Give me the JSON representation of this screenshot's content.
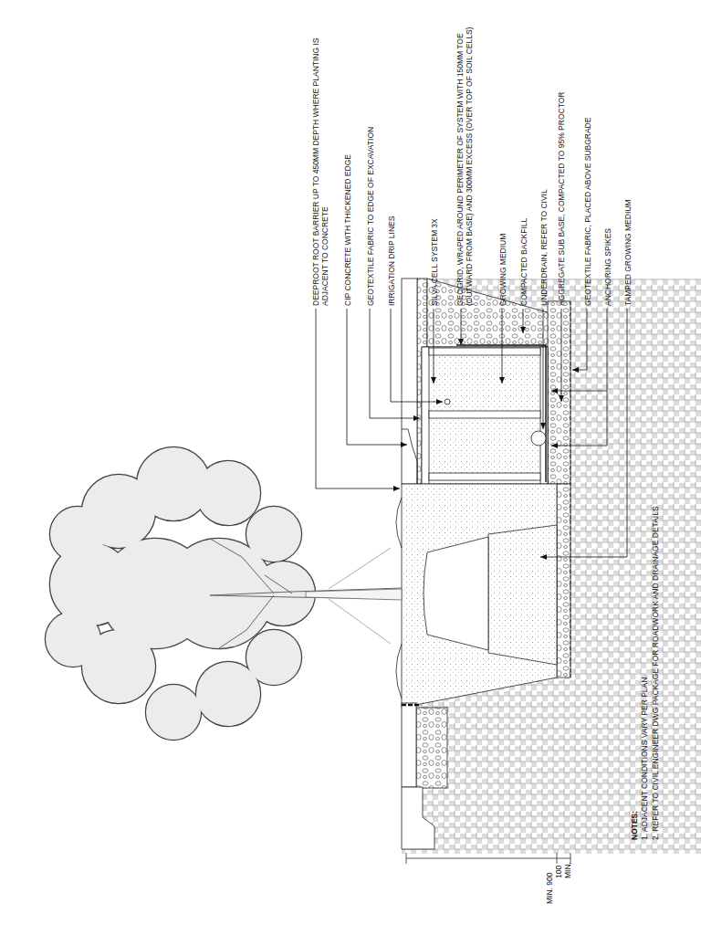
{
  "diagram": {
    "labels": [
      "DEEPROOT ROOT BARRIER UP TO 450MM DEPTH WHERE PLANTING IS ADJACENT TO CONCRETE",
      "CIP CONCRETE WITH THICKENED EDGE",
      "GEOTEXTILE FABRIC TO EDGE OF EXCAVATION",
      "IRRIGATION DRIP LINES",
      "SILVA CELL SYSTEM 3X",
      "GEOGRID, WRAPED AROUND PERIMETER OF SYSTEM WITH 150MM TOE (OUTWARD FROM BASE) AND 300MM EXCESS (OVER TOP OF SOIL CELLS)",
      "GROWING MEDIUM",
      "COMPACTED BACKFILL",
      "UNDERDRAIN, REFER TO CIVIL",
      "AGGREGATE SUB BASE, COMPACTED TO 95% PROCTOR",
      "GEOTEXTILE FABRIC, PLACED ABOVE SUBGRADE",
      "ANCHORING SPIKES",
      "TAMPED GROWING MEDIUM",
      "NOTES:",
      "1. ADJACENT CONDITIONS VARY PER PLAN.",
      "2. REFER TO CIVIL ENGINEER DWG PACKAGE FOR ROADWORK AND DRAINAGE DETAILS",
      "MIN. 900",
      "100",
      "MIN."
    ]
  }
}
